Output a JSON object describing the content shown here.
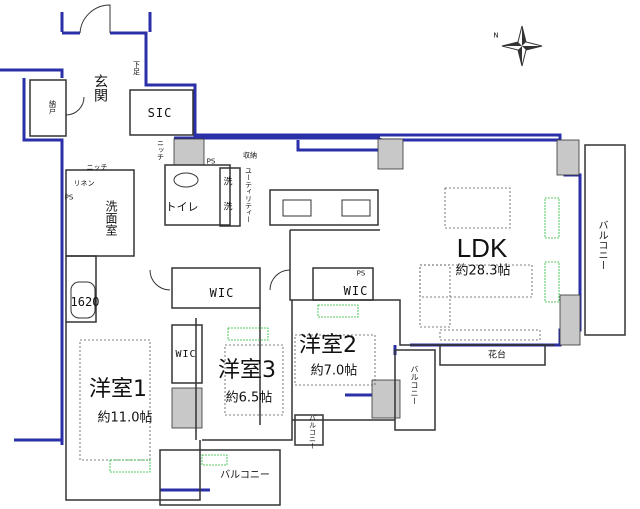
{
  "compass": {
    "north": "N"
  },
  "rooms": {
    "entrance": "玄関",
    "storage": "納戸",
    "sic": "SIC",
    "washroom": "洗面室",
    "toilet": "トイレ",
    "washer_1": "洗",
    "washer_2": "洗",
    "utility": "ユーティリティー",
    "closet": "収納",
    "ps_1": "PS",
    "ps_2": "PS",
    "ps_3": "PS",
    "niche_1": "ニッチ",
    "niche_2": "ニッチ",
    "linen": "リネン",
    "shoes": "下足",
    "bathtub": "1620",
    "ldk": {
      "name": "LDK",
      "size": "約28.3帖"
    },
    "bedroom_1": {
      "name": "洋室1",
      "size": "約11.0帖"
    },
    "bedroom_2": {
      "name": "洋室2",
      "size": "約7.0帖"
    },
    "bedroom_3": {
      "name": "洋室3",
      "size": "約6.5帖"
    },
    "wic_1": "WIC",
    "wic_2": "WIC",
    "wic_3": "WIC",
    "balcony_right": "バルコニー",
    "balcony_bottom": "バルコニー",
    "balcony_small_1": "バルコニー",
    "balcony_small_2": "バルコニー",
    "flower_stand": "花台"
  },
  "colors": {
    "wall_outer": "#2b2fa8",
    "pillar": "#c8c8c8",
    "wall": "#333333",
    "furniture_green": "#22bb33"
  }
}
